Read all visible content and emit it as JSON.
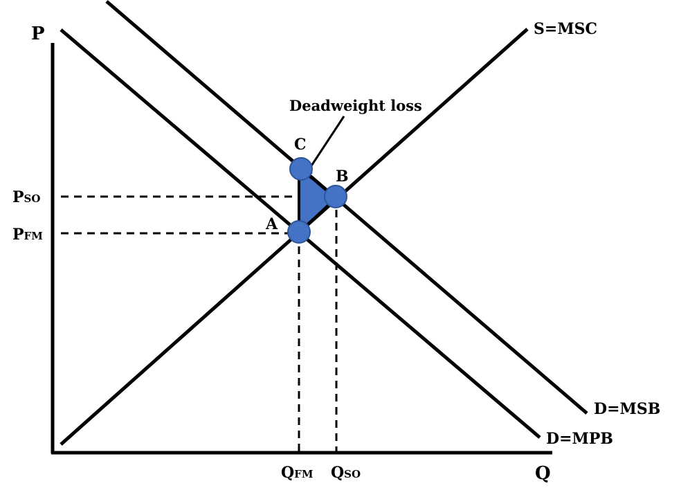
{
  "diagram": {
    "axes": {
      "y_label": "P",
      "x_label": "Q"
    },
    "curves": {
      "supply": "S=MSC",
      "demand_social": "D=MSB",
      "demand_private": "D=MPB"
    },
    "points": {
      "a": "A",
      "b": "B",
      "c": "C"
    },
    "annotation": "Deadweight loss",
    "price_labels": {
      "so": {
        "main": "P",
        "sub": "SO"
      },
      "fm": {
        "main": "P",
        "sub": "FM"
      }
    },
    "quantity_labels": {
      "fm": {
        "main": "Q",
        "sub": "FM"
      },
      "so": {
        "main": "Q",
        "sub": "SO"
      }
    },
    "colors": {
      "line": "#000000",
      "point_fill": "#4472c4",
      "point_stroke": "#2f5597",
      "deadweight_fill": "#4472c4"
    }
  }
}
